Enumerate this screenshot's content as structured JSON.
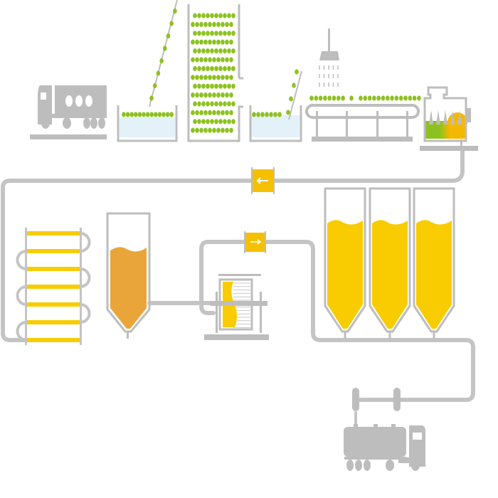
{
  "diagram": {
    "title": "",
    "colors": {
      "equipment": "#bdbdbd",
      "apple": "#8cc21f",
      "water": "#e4f1f9",
      "juice_raw": "#e9a53a",
      "juice": "#f8cc00",
      "meter": "#f5c000"
    },
    "stages": [
      "delivery-truck",
      "washing-tank",
      "storage-bin",
      "second-wash-tank",
      "shower-conveyor",
      "press",
      "flow-meter-1",
      "cooler",
      "raw-juice-tank",
      "filter",
      "flow-meter-2",
      "juice-tanks",
      "loading-valves",
      "tanker-truck"
    ]
  }
}
